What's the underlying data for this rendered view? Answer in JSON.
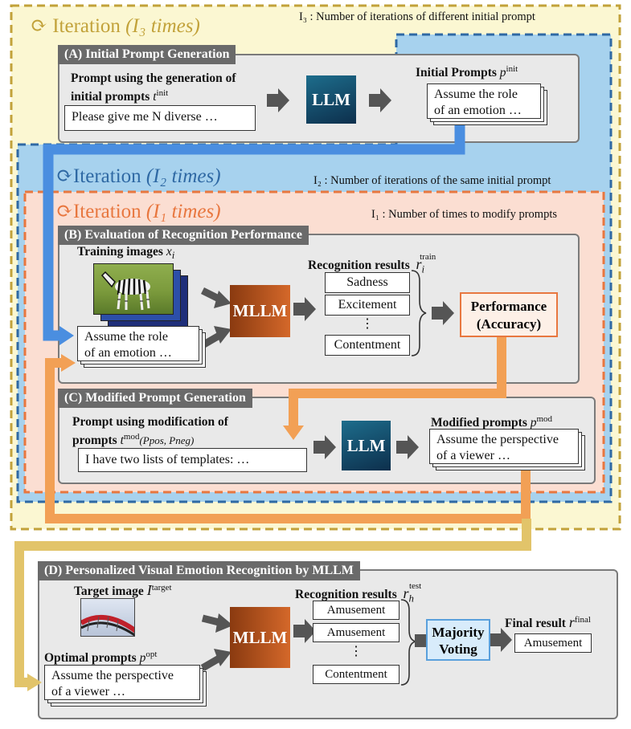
{
  "iter3": {
    "title": "Iteration",
    "math": "(I₃ times)",
    "note": "I₃ : Number of iterations of different initial prompt",
    "color": "#c2a23a"
  },
  "iter2": {
    "title": "Iteration",
    "math": "(I₂ times)",
    "note": "I₂ : Number of iterations of the same initial prompt",
    "color": "#2f69a4"
  },
  "iter1": {
    "title": "Iteration",
    "math": "(I₁ times)",
    "note": "I₁ : Number of times to modify prompts",
    "color": "#e8773f"
  },
  "panelA": {
    "title": "(A) Initial Prompt Generation",
    "prompt_label_line1": "Prompt using the generation of",
    "prompt_label_line2": "initial prompts",
    "prompt_symbol": "t",
    "prompt_sup": "init",
    "prompt_box": "Please give me N diverse …",
    "llm": "LLM",
    "output_label": "Initial Prompts",
    "output_symbol": "p",
    "output_sup": "init",
    "output_line1": "Assume the role",
    "output_line2": "of an emotion …"
  },
  "panelB": {
    "title": "(B) Evaluation of Recognition Performance",
    "images_label": "Training images",
    "images_symbol": "x",
    "images_sub": "i",
    "mllm": "MLLM",
    "prompt_line1": "Assume the role",
    "prompt_line2": "of an emotion …",
    "results_label": "Recognition results",
    "results_symbol": "r",
    "results_sub": "i",
    "results_sup": "train",
    "results": [
      "Sadness",
      "Excitement",
      "⋮",
      "Contentment"
    ],
    "performance_line1": "Performance",
    "performance_line2": "(Accuracy)"
  },
  "panelC": {
    "title": "(C) Modified Prompt Generation",
    "prompt_label_line1": "Prompt using modification of",
    "prompt_label_line2": "prompts",
    "prompt_symbol": "t",
    "prompt_sup": "mod",
    "prompt_args": "(Ppos, Pneg)",
    "prompt_box": "I have two lists of templates: …",
    "llm": "LLM",
    "output_label": "Modified prompts",
    "output_symbol": "p",
    "output_sup": "mod",
    "output_line1": "Assume the perspective",
    "output_line2": "of a viewer …"
  },
  "panelD": {
    "title": "(D) Personalized Visual Emotion Recognition by MLLM",
    "target_label": "Target image",
    "target_symbol": "I",
    "target_sup": "target",
    "optimal_label": "Optimal prompts",
    "optimal_symbol": "p",
    "optimal_sup": "opt",
    "prompt_line1": "Assume the perspective",
    "prompt_line2": "of a viewer …",
    "mllm": "MLLM",
    "results_label": "Recognition results",
    "results_symbol": "r",
    "results_sub": "h",
    "results_sup": "test",
    "results": [
      "Amusement",
      "Amusement",
      "⋮",
      "Contentment"
    ],
    "voting_line1": "Majority",
    "voting_line2": "Voting",
    "final_label": "Final result",
    "final_symbol": "r",
    "final_sup": "final",
    "final_value": "Amusement"
  }
}
